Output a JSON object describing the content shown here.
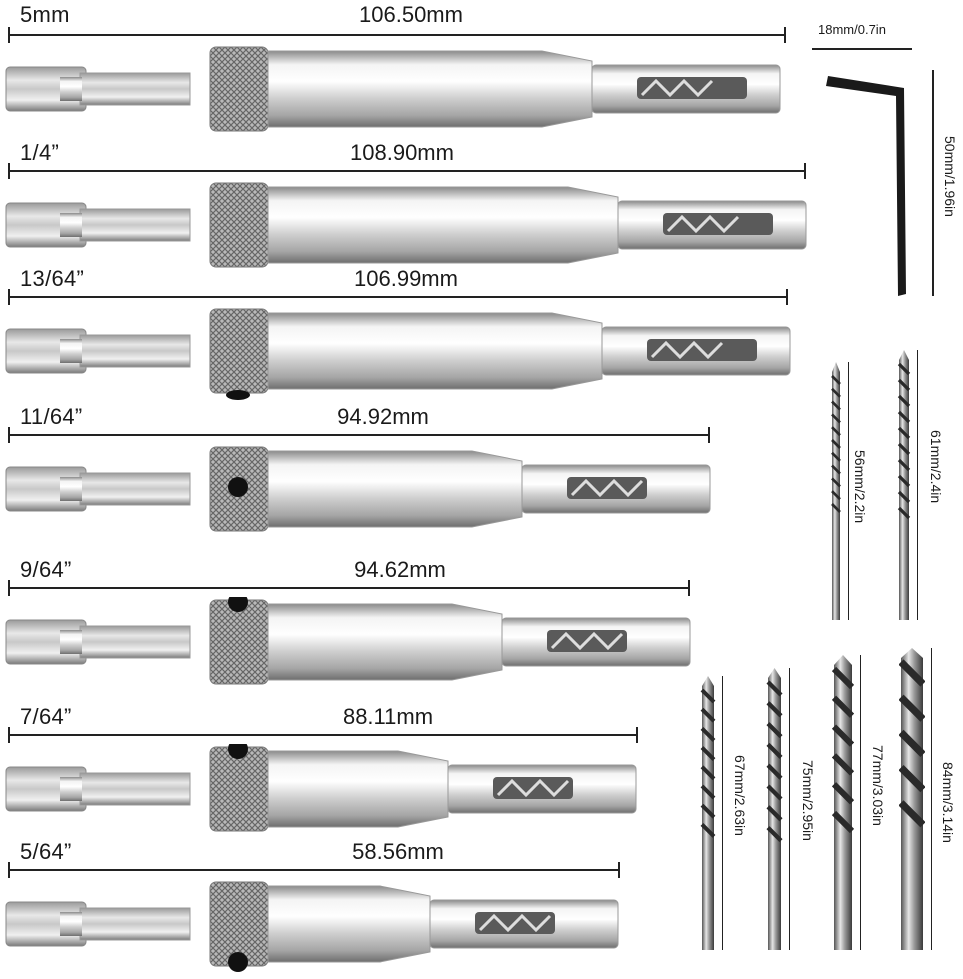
{
  "bits": [
    {
      "size": "5mm",
      "length": "106.50mm"
    },
    {
      "size": "1/4”",
      "length": "108.90mm"
    },
    {
      "size": "13/64”",
      "length": "106.99mm"
    },
    {
      "size": "11/64”",
      "length": "94.92mm"
    },
    {
      "size": "9/64”",
      "length": "94.62mm"
    },
    {
      "size": "7/64”",
      "length": "88.11mm"
    },
    {
      "size": "5/64”",
      "length": "58.56mm"
    }
  ],
  "hex_key": {
    "width_label": "18mm/0.7in",
    "height_label": "50mm/1.96in"
  },
  "drills": [
    {
      "label": "56mm/2.2in"
    },
    {
      "label": "61mm/2.4in"
    },
    {
      "label": "67mm/2.63in"
    },
    {
      "label": "75mm/2.95in"
    },
    {
      "label": "77mm/3.03in"
    },
    {
      "label": "84mm/3.14in"
    }
  ]
}
